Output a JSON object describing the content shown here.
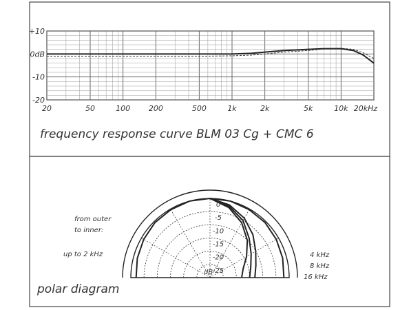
{
  "chart_data": [
    {
      "type": "line",
      "title": "frequency response curve BLM 03 Cg + CMC 6",
      "x_scale": "log",
      "xlim": [
        20,
        20000
      ],
      "ylim": [
        -20,
        10
      ],
      "x_ticks": [
        {
          "value": 20,
          "label": "20"
        },
        {
          "value": 50,
          "label": "50"
        },
        {
          "value": 100,
          "label": "100"
        },
        {
          "value": 200,
          "label": "200"
        },
        {
          "value": 500,
          "label": "500"
        },
        {
          "value": 1000,
          "label": "1k"
        },
        {
          "value": 2000,
          "label": "2k"
        },
        {
          "value": 5000,
          "label": "5k"
        },
        {
          "value": 10000,
          "label": "10k"
        },
        {
          "value": 20000,
          "label": "20kHz"
        }
      ],
      "y_ticks": [
        {
          "value": 10,
          "label": "+10"
        },
        {
          "value": 0,
          "label": "0dB"
        },
        {
          "value": -10,
          "label": "-10"
        },
        {
          "value": -20,
          "label": "-20"
        }
      ],
      "grid": true,
      "series": [
        {
          "style": "solid",
          "x": [
            20,
            50,
            100,
            200,
            500,
            1000,
            1500,
            2000,
            3000,
            5000,
            7000,
            10000,
            13000,
            16000,
            20000
          ],
          "y": [
            0,
            0,
            0,
            0,
            0,
            0,
            0.3,
            0.8,
            1.5,
            2.0,
            2.3,
            2.3,
            1.5,
            -0.5,
            -4
          ]
        },
        {
          "style": "dashed",
          "x": [
            20,
            50,
            100,
            200,
            500,
            1000,
            1500,
            2000,
            3000,
            5000,
            7000,
            10000,
            13000,
            16000,
            20000
          ],
          "y": [
            -1,
            -1,
            -1,
            -1,
            -1,
            -0.8,
            -0.5,
            0,
            0.8,
            1.5,
            2.2,
            2.5,
            2.0,
            0.5,
            -2
          ]
        }
      ]
    },
    {
      "type": "polar",
      "title": "polar diagram",
      "radial_unit": "dB",
      "radial_ticks": [
        {
          "value": 0,
          "label": "0"
        },
        {
          "value": -5,
          "label": "-5"
        },
        {
          "value": -10,
          "label": "-10"
        },
        {
          "value": -15,
          "label": "-15"
        },
        {
          "value": -20,
          "label": "-20"
        },
        {
          "value": -25,
          "label": "-25"
        }
      ],
      "rlim": [
        -30,
        0
      ],
      "angle_range_deg": [
        -90,
        90
      ],
      "series": [
        {
          "angles": [
            -90,
            -75,
            -60,
            -45,
            -30,
            -15,
            0,
            15,
            30,
            45,
            60,
            75,
            90
          ],
          "values": [
            -2,
            -1.5,
            -1,
            -0.5,
            -0.3,
            0,
            0,
            0,
            -0.3,
            -0.5,
            -1,
            -1.5,
            -2
          ]
        },
        {
          "angles": [
            0,
            15,
            30,
            45,
            60,
            75,
            90
          ],
          "values": [
            0,
            -1.5,
            -4,
            -7,
            -10,
            -12,
            -13
          ]
        },
        {
          "angles": [
            0,
            15,
            30,
            45,
            60,
            75,
            90
          ],
          "values": [
            0,
            -2,
            -5,
            -9,
            -12,
            -14,
            -15
          ]
        },
        {
          "angles": [
            0,
            15,
            30,
            45,
            60,
            75,
            90
          ],
          "values": [
            0,
            -2.5,
            -6,
            -10,
            -14,
            -17,
            -18
          ]
        }
      ],
      "left_note": {
        "line1": "from outer",
        "line2": "to inner:"
      },
      "left_series_label": "up to 2 kHz",
      "right_series_labels": [
        "4 kHz",
        "8 kHz",
        "16 kHz"
      ]
    }
  ]
}
